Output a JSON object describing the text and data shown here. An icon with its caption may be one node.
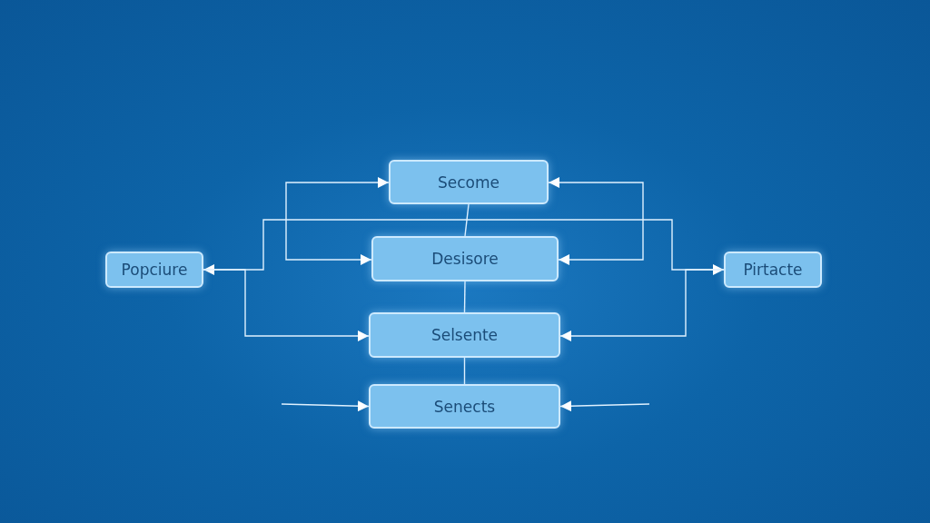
{
  "diagram": {
    "nodes": [
      {
        "text": [
          "Secome"
        ]
      },
      {
        "text": [
          "Desisore"
        ]
      },
      {
        "text": [
          "Selsente"
        ]
      },
      {
        "text": [
          "Senects"
        ]
      },
      {
        "text": [
          "Popciure"
        ]
      },
      {
        "text": [
          "Pirtacte"
        ]
      }
    ],
    "edges": [
      {
        "from": 0,
        "to": 1,
        "arrow": "none"
      },
      {
        "from": 1,
        "to": 2,
        "arrow": "none"
      },
      {
        "from": 2,
        "to": 3,
        "arrow": "none"
      },
      {
        "from": 1,
        "to": 0,
        "arrow": "both"
      },
      {
        "from": 1,
        "to": 0,
        "arrow": "both"
      },
      {
        "from": 5,
        "to": 4,
        "arrow": "both"
      },
      {
        "from": 4,
        "to": 2,
        "arrow": "to"
      },
      {
        "from": 5,
        "to": 2,
        "arrow": "to"
      },
      {
        "from": null,
        "to": 3,
        "arrow": "to"
      },
      {
        "from": null,
        "to": 3,
        "arrow": "to"
      }
    ]
  }
}
